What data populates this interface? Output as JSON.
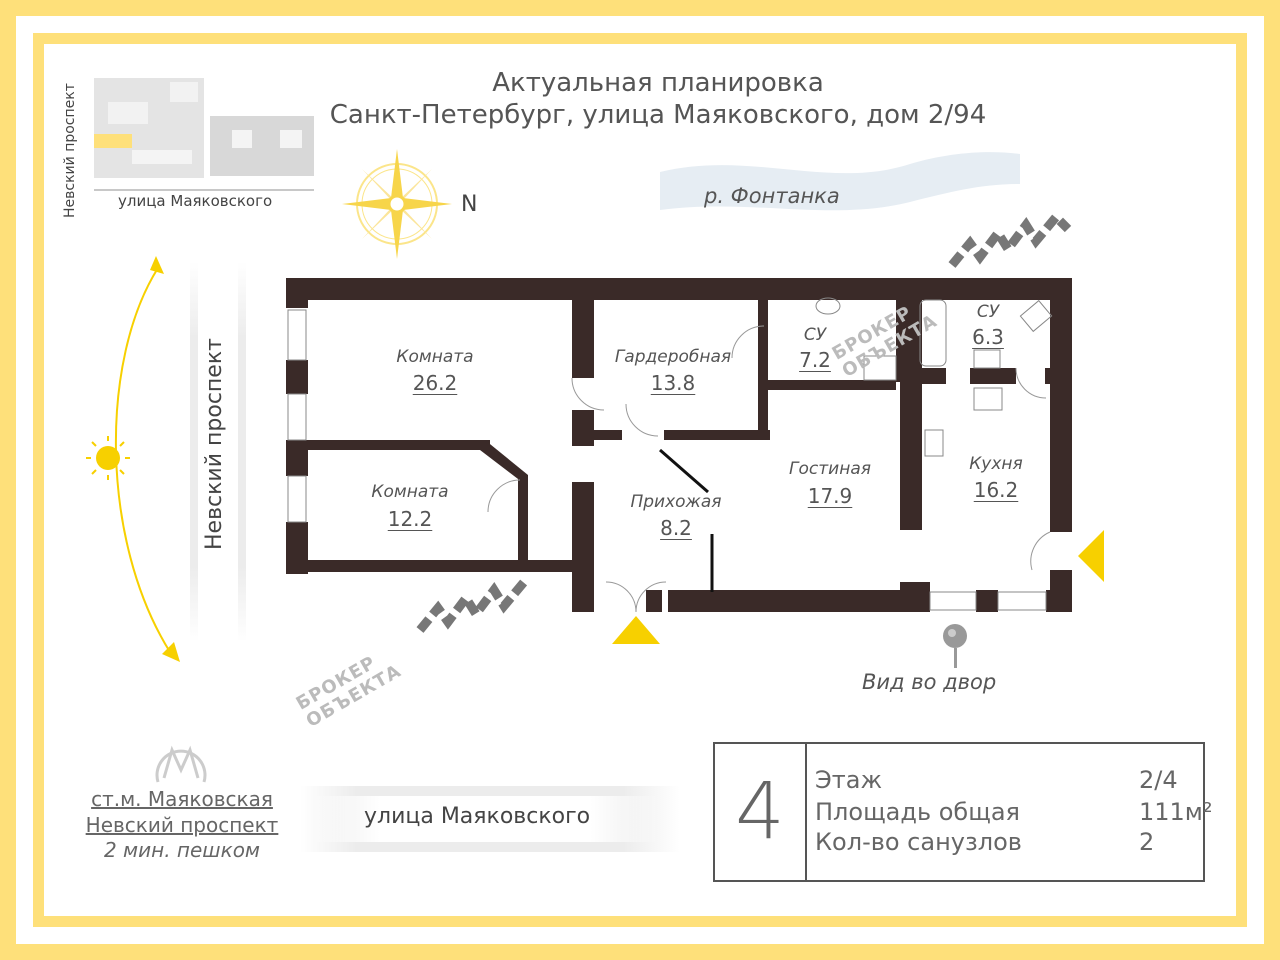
{
  "title": {
    "line1": "Актуальная планировка",
    "line2": "Санкт-Петербург, улица Маяковского, дом 2/94"
  },
  "map_inset": {
    "vertical_label": "Невский проспект",
    "bottom_label": "улица Маяковского"
  },
  "compass": {
    "north_label": "N"
  },
  "river_label": "р. Фонтанка",
  "street_left": "Невский проспект",
  "street_bottom": "улица Маяковского",
  "rooms": [
    {
      "name": "Комната",
      "area": "26.2"
    },
    {
      "name": "Комната",
      "area": "12.2"
    },
    {
      "name": "Гардеробная",
      "area": "13.8"
    },
    {
      "name": "СУ",
      "area": "7.2"
    },
    {
      "name": "СУ",
      "area": "6.3"
    },
    {
      "name": "Прихожая",
      "area": "8.2"
    },
    {
      "name": "Гостиная",
      "area": "17.9"
    },
    {
      "name": "Кухня",
      "area": "16.2"
    }
  ],
  "view_label": "Вид во двор",
  "watermark_text": [
    "БРОКЕР",
    "ОБЪЕКТА"
  ],
  "metro": {
    "line1": "ст.м. Маяковская",
    "line2": "Невский проспект",
    "line3": "2 мин. пешком"
  },
  "info": {
    "rooms_count": "4",
    "rows": [
      {
        "label": "Этаж",
        "value": "2/4"
      },
      {
        "label": "Площадь общая",
        "value": "111м²"
      },
      {
        "label": "Кол-во санузлов",
        "value": "2"
      }
    ]
  },
  "colors": {
    "frame": "#fee07a",
    "wall": "#3a2a28",
    "accent_yellow": "#f7d000",
    "text": "#555555"
  }
}
